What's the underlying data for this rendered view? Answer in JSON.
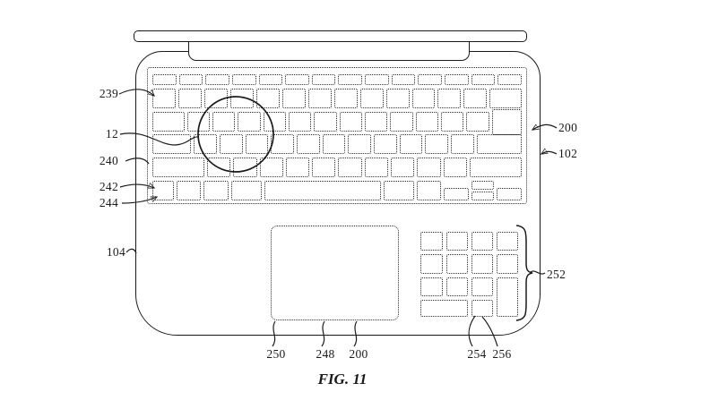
{
  "figure": {
    "caption": "FIG. 11"
  },
  "colors": {
    "line": "#1a1a1a",
    "dotted": "#2e2e2e",
    "background": "#ffffff"
  },
  "reference_labels": {
    "ref_239": "239",
    "ref_12": "12",
    "ref_240": "240",
    "ref_242": "242",
    "ref_244": "244",
    "ref_104": "104",
    "ref_200_right": "200",
    "ref_102": "102",
    "ref_252": "252",
    "ref_250": "250",
    "ref_248": "248",
    "ref_200_bottom": "200",
    "ref_254": "254",
    "ref_256": "256"
  },
  "keyboard": {
    "rows": [
      {
        "h": 12,
        "keys": [
          1,
          1,
          1,
          1,
          1,
          1,
          1,
          1,
          1,
          1,
          1,
          1,
          1,
          1
        ]
      },
      {
        "h": 22,
        "keys": [
          1,
          1,
          1,
          1,
          1,
          1,
          1,
          1,
          1,
          1,
          1,
          1,
          1,
          1.4
        ]
      },
      {
        "h": 22,
        "keys": [
          1.45,
          1,
          1,
          1,
          1,
          1,
          1,
          1,
          1,
          1,
          1,
          1,
          1,
          "big:1.35"
        ]
      },
      {
        "h": 22,
        "keys": [
          1.75,
          1,
          1,
          1,
          1,
          1,
          1,
          1,
          1,
          1,
          1,
          1,
          2.05
        ]
      },
      {
        "h": 22,
        "keys": [
          2.3,
          1,
          1,
          1,
          1,
          1,
          1,
          1,
          1,
          1,
          1,
          2.3
        ]
      },
      {
        "h": 22,
        "keys": [
          0.85,
          1,
          1,
          1.25,
          5.0,
          1.25,
          1,
          "half:1",
          "updown:1",
          "half:1"
        ]
      }
    ]
  },
  "numpad": {
    "rows": [
      [
        "k",
        "k",
        "k",
        "k"
      ],
      [
        "k",
        "k",
        "k",
        "k"
      ],
      [
        "k",
        "k",
        "k",
        "tall"
      ],
      [
        "wide",
        "k"
      ]
    ]
  }
}
